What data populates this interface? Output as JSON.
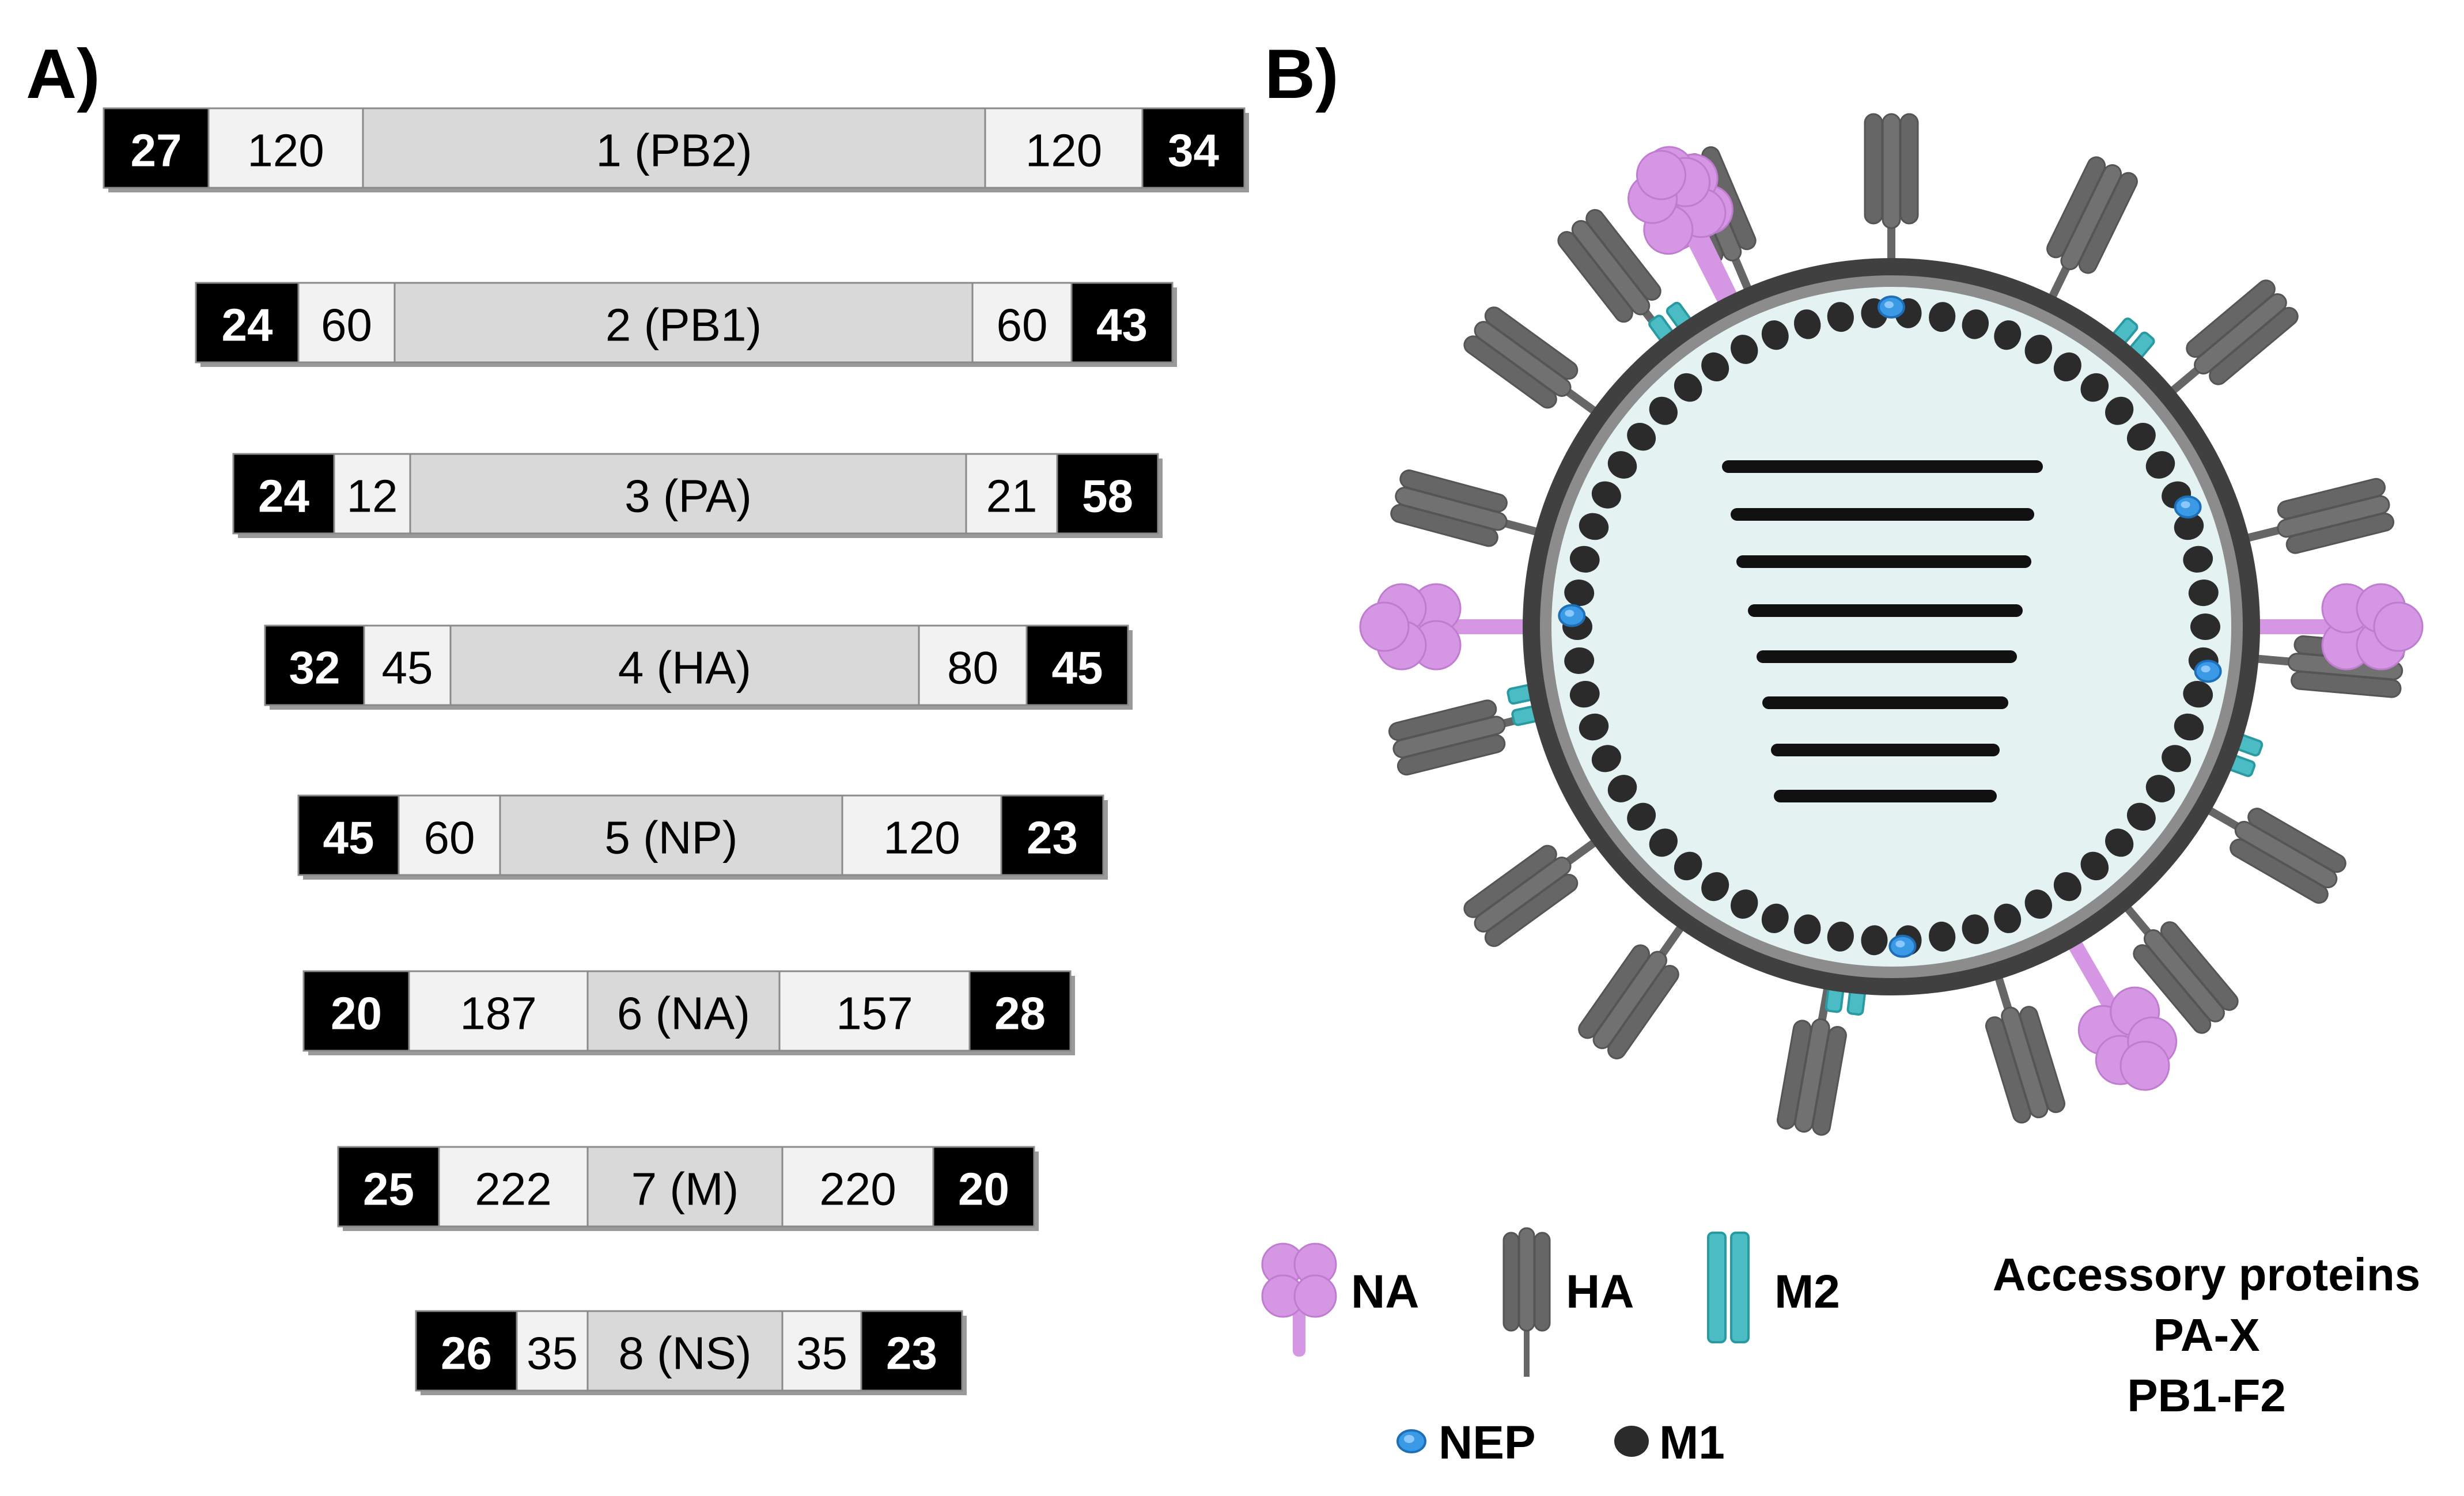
{
  "panels": {
    "a_label": "A)",
    "b_label": "B)"
  },
  "colors": {
    "terminal": "#000000",
    "noncoding": "#f2f2f2",
    "gene": "#d9d9d9",
    "na_protein": "#d596e3",
    "ha_protein": "#666666",
    "m2_protein": "#4bbcc4",
    "nep_protein": "#3b9ae6",
    "m1_protein": "#2b2b2b",
    "virion_interior": "#e4f2f2"
  },
  "segments": [
    {
      "label": "1 (PB2)",
      "left_end": "27",
      "left_ncr": "120",
      "right_ncr": "120",
      "right_end": "34"
    },
    {
      "label": "2 (PB1)",
      "left_end": "24",
      "left_ncr": "60",
      "right_ncr": "60",
      "right_end": "43"
    },
    {
      "label": "3 (PA)",
      "left_end": "24",
      "left_ncr": "12",
      "right_ncr": "21",
      "right_end": "58"
    },
    {
      "label": "4 (HA)",
      "left_end": "32",
      "left_ncr": "45",
      "right_ncr": "80",
      "right_end": "45"
    },
    {
      "label": "5 (NP)",
      "left_end": "45",
      "left_ncr": "60",
      "right_ncr": "120",
      "right_end": "23"
    },
    {
      "label": "6 (NA)",
      "left_end": "20",
      "left_ncr": "187",
      "right_ncr": "157",
      "right_end": "28"
    },
    {
      "label": "7 (M)",
      "left_end": "25",
      "left_ncr": "222",
      "right_ncr": "220",
      "right_end": "20"
    },
    {
      "label": "8 (NS)",
      "left_end": "26",
      "left_ncr": "35",
      "right_ncr": "35",
      "right_end": "23"
    }
  ],
  "legend": {
    "na": "NA",
    "ha": "HA",
    "m2": "M2",
    "nep": "NEP",
    "m1": "M1",
    "na_icon": "na-protein-icon",
    "ha_icon": "ha-protein-icon",
    "m2_icon": "m2-protein-icon",
    "nep_icon": "nep-protein-icon",
    "m1_icon": "m1-protein-icon"
  },
  "accessory": {
    "title": "Accessory proteins",
    "items": [
      "PA-X",
      "PB1-F2"
    ]
  }
}
